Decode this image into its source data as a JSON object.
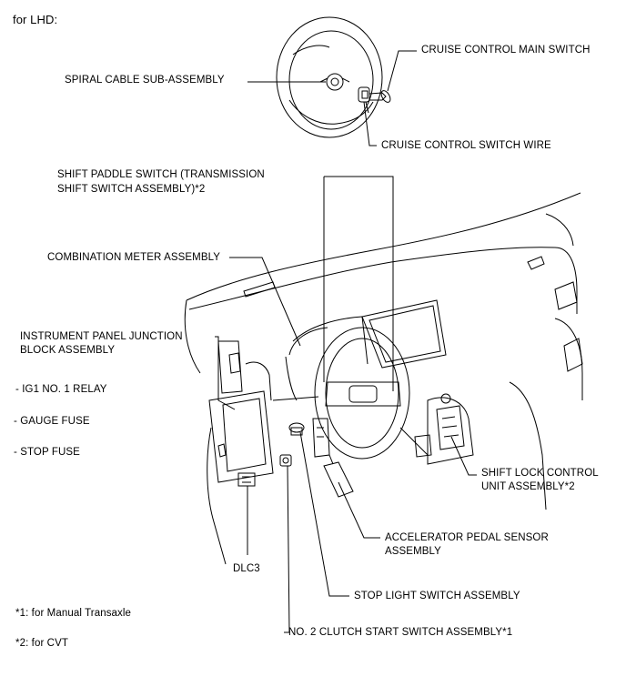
{
  "header": {
    "variant": "for LHD:"
  },
  "labels": {
    "cruise_main_switch": "CRUISE CONTROL MAIN SWITCH",
    "spiral_cable": "SPIRAL CABLE SUB-ASSEMBLY",
    "cruise_switch_wire": "CRUISE CONTROL SWITCH WIRE",
    "shift_paddle_line1": "SHIFT PADDLE SWITCH (TRANSMISSION",
    "shift_paddle_line2": "SHIFT SWITCH ASSEMBLY)*2",
    "combination_meter": "COMBINATION METER ASSEMBLY",
    "ip_junction_line1": "INSTRUMENT PANEL JUNCTION",
    "ip_junction_line2": "BLOCK ASSEMBLY",
    "ig1_relay": "- IG1 NO. 1 RELAY",
    "gauge_fuse": "- GAUGE FUSE",
    "stop_fuse": "- STOP FUSE",
    "shift_lock_line1": "SHIFT LOCK CONTROL",
    "shift_lock_line2": "UNIT ASSEMBLY*2",
    "accel_line1": "ACCELERATOR PEDAL SENSOR",
    "accel_line2": "ASSEMBLY",
    "dlc3": "DLC3",
    "stop_light_switch": "STOP LIGHT SWITCH ASSEMBLY",
    "clutch_switch": "NO. 2 CLUTCH START SWITCH ASSEMBLY*1"
  },
  "footnotes": {
    "note1": "*1: for Manual Transaxle",
    "note2": "*2: for CVT"
  }
}
